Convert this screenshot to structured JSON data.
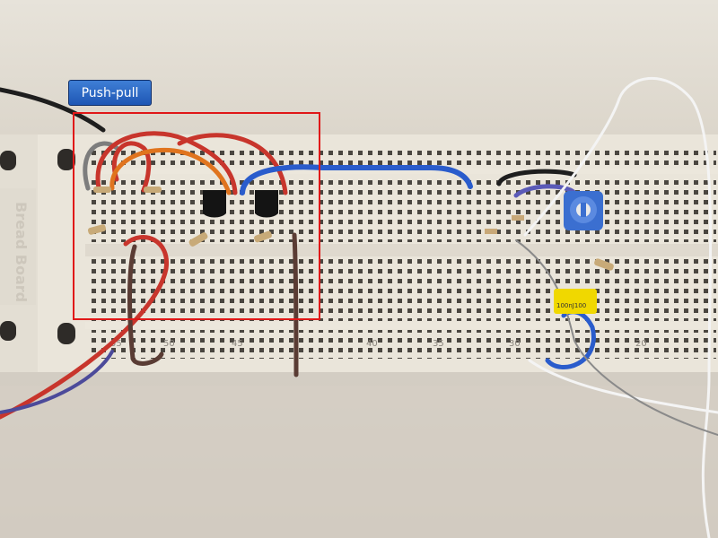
{
  "annotation": {
    "label": "Push-pull",
    "label_color": "#2a64c4",
    "box_color": "#e01818"
  },
  "breadboard": {
    "brand_text": "Bread Board",
    "column_numbers": [
      "55",
      "50",
      "45",
      "40",
      "35",
      "30",
      "25",
      "20"
    ]
  },
  "capacitor": {
    "marking": "100nJ100"
  },
  "colors": {
    "board": "#ece7dc",
    "background": "#d6d0c6",
    "wire_red": "#c8352c",
    "wire_orange": "#e0741e",
    "wire_blue": "#2a5ccc",
    "wire_brown": "#5a3c34",
    "wire_black": "#1e1e1e",
    "trimpot": "#3b6fd0",
    "capacitor": "#f0d800"
  }
}
